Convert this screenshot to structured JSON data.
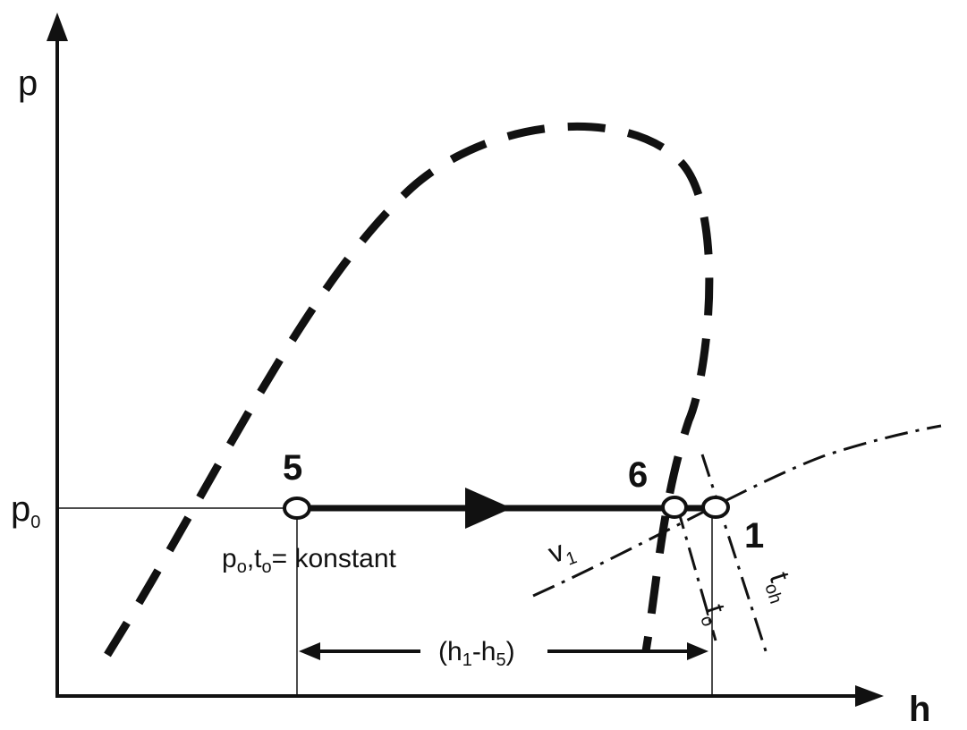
{
  "axes": {
    "y_label": "p",
    "x_label": "h",
    "pressure_base": "p",
    "pressure_sub": "0"
  },
  "points": {
    "p5": "5",
    "p6": "6",
    "p1": "1"
  },
  "process_label": {
    "p": "p",
    "p_sub": "o",
    "comma": ",",
    "t": "t",
    "t_sub": "o",
    "rest": "= konstant"
  },
  "isolines": {
    "v_base": "v",
    "v_sub": "1",
    "t_base": "t",
    "t_sub": "o",
    "toh_base": "t",
    "toh_sub": "oh"
  },
  "delta_h": {
    "open": "(h",
    "sub1": "1",
    "minus": "-h",
    "sub2": "5",
    "close": ")"
  },
  "colors": {
    "ink": "#111111",
    "background": "#ffffff"
  }
}
